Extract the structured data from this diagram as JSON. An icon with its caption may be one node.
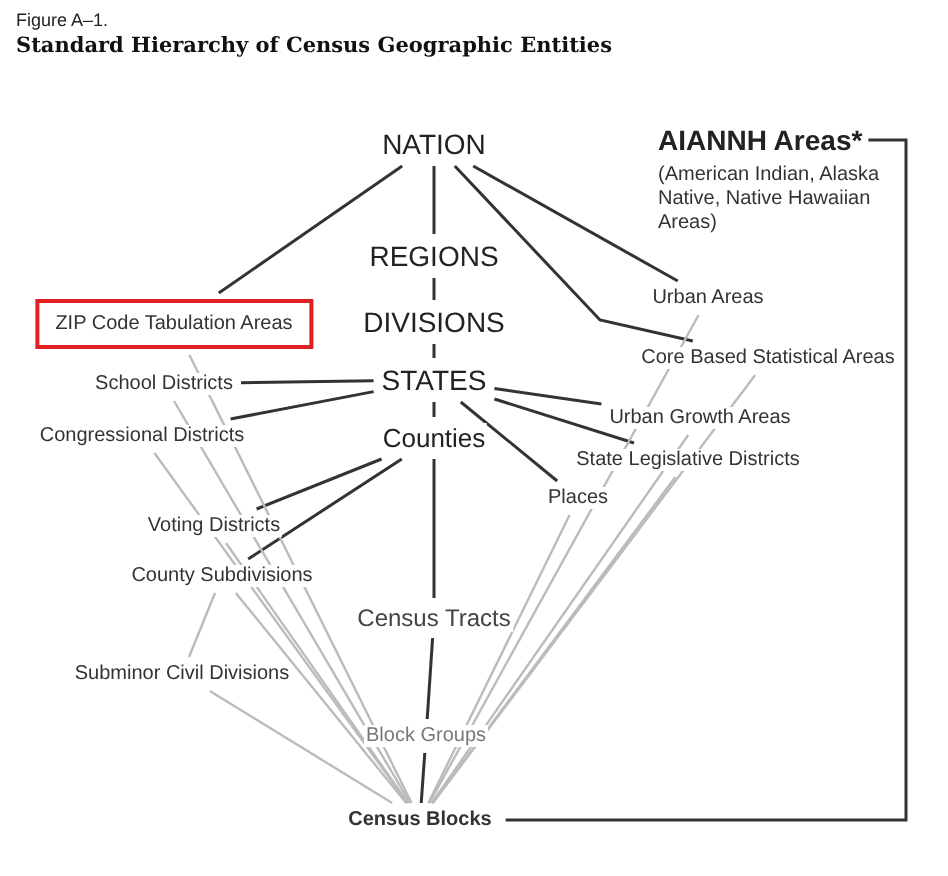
{
  "diagram": {
    "title": "Standard Hierarchy of Census Geographic Entities",
    "nodes": [
      {
        "text": [
          "NATION"
        ]
      },
      {
        "text": [
          "AIANNH Areas*",
          "(American Indian, Alaska Native, Native Hawaiian Areas)"
        ]
      },
      {
        "text": [
          "REGIONS"
        ]
      },
      {
        "text": [
          "ZIP Code Tabulation Areas"
        ]
      },
      {
        "text": [
          "DIVISIONS"
        ]
      },
      {
        "text": [
          "Urban Areas"
        ]
      },
      {
        "text": [
          "Core Based Statistical Areas"
        ]
      },
      {
        "text": [
          "STATES"
        ]
      },
      {
        "text": [
          "School Districts"
        ]
      },
      {
        "text": [
          "Counties"
        ]
      },
      {
        "text": [
          "Congressional Districts"
        ]
      },
      {
        "text": [
          "Urban Growth Areas"
        ]
      },
      {
        "text": [
          "State Legislative Districts"
        ]
      },
      {
        "text": [
          "Places"
        ]
      },
      {
        "text": [
          "Voting Districts"
        ]
      },
      {
        "text": [
          "County Subdivisions"
        ]
      },
      {
        "text": [
          "Census Tracts"
        ]
      },
      {
        "text": [
          "Subminor Civil Divisions"
        ]
      },
      {
        "text": [
          "Block Groups"
        ]
      },
      {
        "text": [
          "Census Blocks"
        ]
      }
    ],
    "edges": [
      {
        "from": 0,
        "to": 2,
        "arrow": "none"
      },
      {
        "from": 0,
        "to": 3,
        "arrow": "none"
      },
      {
        "from": 0,
        "to": 5,
        "arrow": "none"
      },
      {
        "from": 0,
        "to": 6,
        "arrow": "none"
      },
      {
        "from": 2,
        "to": 4,
        "arrow": "none"
      },
      {
        "from": 4,
        "to": 7,
        "arrow": "none"
      },
      {
        "from": 7,
        "to": 8,
        "arrow": "none"
      },
      {
        "from": 7,
        "to": 10,
        "arrow": "none"
      },
      {
        "from": 7,
        "to": 9,
        "arrow": "none"
      },
      {
        "from": 7,
        "to": 11,
        "arrow": "none"
      },
      {
        "from": 7,
        "to": 12,
        "arrow": "none"
      },
      {
        "from": 7,
        "to": 13,
        "arrow": "none"
      },
      {
        "from": 9,
        "to": 14,
        "arrow": "none"
      },
      {
        "from": 9,
        "to": 15,
        "arrow": "none"
      },
      {
        "from": 9,
        "to": 16,
        "arrow": "none"
      },
      {
        "from": 16,
        "to": 18,
        "arrow": "none"
      },
      {
        "from": 18,
        "to": 19,
        "arrow": "none"
      },
      {
        "from": 1,
        "to": 19,
        "arrow": "none"
      },
      {
        "from": 3,
        "to": 19,
        "arrow": "none",
        "color": "#bbbbbb"
      },
      {
        "from": 8,
        "to": 19,
        "arrow": "none",
        "color": "#bbbbbb"
      },
      {
        "from": 10,
        "to": 19,
        "arrow": "none",
        "color": "#bbbbbb"
      },
      {
        "from": 14,
        "to": 19,
        "arrow": "none",
        "color": "#bbbbbb"
      },
      {
        "from": 15,
        "to": 17,
        "arrow": "none",
        "color": "#bbbbbb"
      },
      {
        "from": 15,
        "to": 19,
        "arrow": "none",
        "color": "#bbbbbb"
      },
      {
        "from": 17,
        "to": 19,
        "arrow": "none",
        "color": "#bbbbbb"
      },
      {
        "from": 5,
        "to": 19,
        "arrow": "none",
        "color": "#bbbbbb"
      },
      {
        "from": 6,
        "to": 19,
        "arrow": "none",
        "color": "#bbbbbb"
      },
      {
        "from": 11,
        "to": 19,
        "arrow": "none",
        "color": "#bbbbbb"
      },
      {
        "from": 12,
        "to": 19,
        "arrow": "none",
        "color": "#bbbbbb"
      },
      {
        "from": 13,
        "to": 19,
        "arrow": "none",
        "color": "#bbbbbb"
      }
    ],
    "labels": [
      "Figure A–1."
    ]
  }
}
